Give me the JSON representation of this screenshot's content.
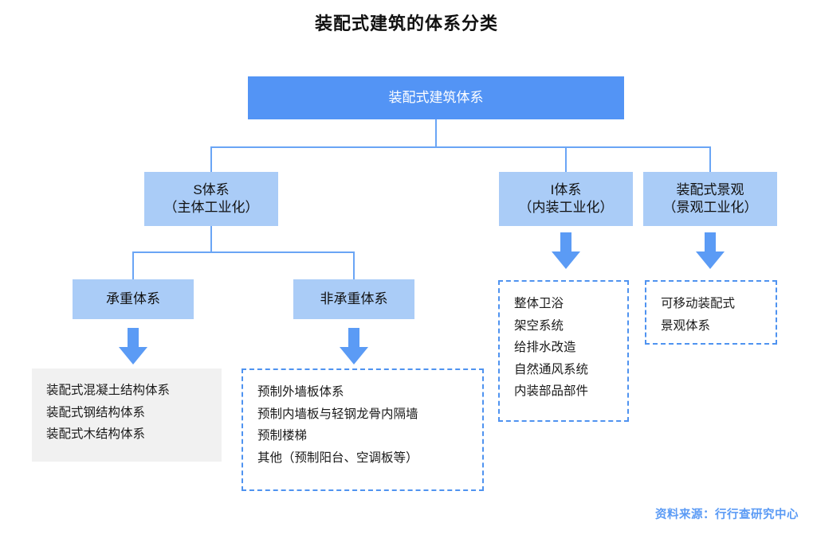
{
  "page": {
    "title": "装配式建筑的体系分类",
    "source": "资料来源：行行查研究中心",
    "colors": {
      "root_fill": "#5394F5",
      "node_fill": "#AACCF7",
      "line": "#6AA5F5",
      "arrow": "#5B9BF5",
      "panel_gray": "#F1F1F1",
      "dashed_border": "#4F93F0",
      "source_text": "#5B9BF5"
    }
  },
  "chart_data": {
    "type": "diagram",
    "title": "装配式建筑的体系分类",
    "root": "装配式建筑体系",
    "nodes": [
      {
        "id": "root",
        "label": "装配式建筑体系",
        "level": 1
      },
      {
        "id": "s",
        "label": "S体系\n（主体工业化）",
        "level": 2
      },
      {
        "id": "i",
        "label": "I体系\n（内装工业化）",
        "level": 2
      },
      {
        "id": "l",
        "label": "装配式景观\n（景观工业化）",
        "level": 2
      },
      {
        "id": "bearing",
        "label": "承重体系",
        "level": 3
      },
      {
        "id": "nonbearing",
        "label": "非承重体系",
        "level": 3
      }
    ],
    "edges": [
      [
        "root",
        "s"
      ],
      [
        "root",
        "i"
      ],
      [
        "root",
        "l"
      ],
      [
        "s",
        "bearing"
      ],
      [
        "s",
        "nonbearing"
      ],
      [
        "bearing",
        "panel-bearing"
      ],
      [
        "nonbearing",
        "panel-nonbearing"
      ],
      [
        "i",
        "panel-interior"
      ],
      [
        "l",
        "panel-landscape"
      ]
    ]
  },
  "root": {
    "label": "装配式建筑体系"
  },
  "level2": {
    "s": {
      "line1": "S体系",
      "line2": "（主体工业化）"
    },
    "i": {
      "line1": "I体系",
      "line2": "（内装工业化）"
    },
    "landscape": {
      "line1": "装配式景观",
      "line2": "（景观工业化）"
    }
  },
  "level3": {
    "bearing": "承重体系",
    "nonbearing": "非承重体系"
  },
  "panels": {
    "bearing": {
      "style": "gray",
      "items": [
        "装配式混凝土结构体系",
        "装配式钢结构体系",
        "装配式木结构体系"
      ]
    },
    "nonbearing": {
      "style": "dashed",
      "items": [
        "预制外墙板体系",
        "预制内墙板与轻钢龙骨内隔墙",
        "预制楼梯",
        "其他（预制阳台、空调板等）"
      ]
    },
    "interior": {
      "style": "dashed",
      "items": [
        "整体卫浴",
        "架空系统",
        "给排水改造",
        "自然通风系统",
        "内装部品部件"
      ]
    },
    "landscape": {
      "style": "dashed",
      "items": [
        "可移动装配式",
        "景观体系"
      ]
    }
  }
}
